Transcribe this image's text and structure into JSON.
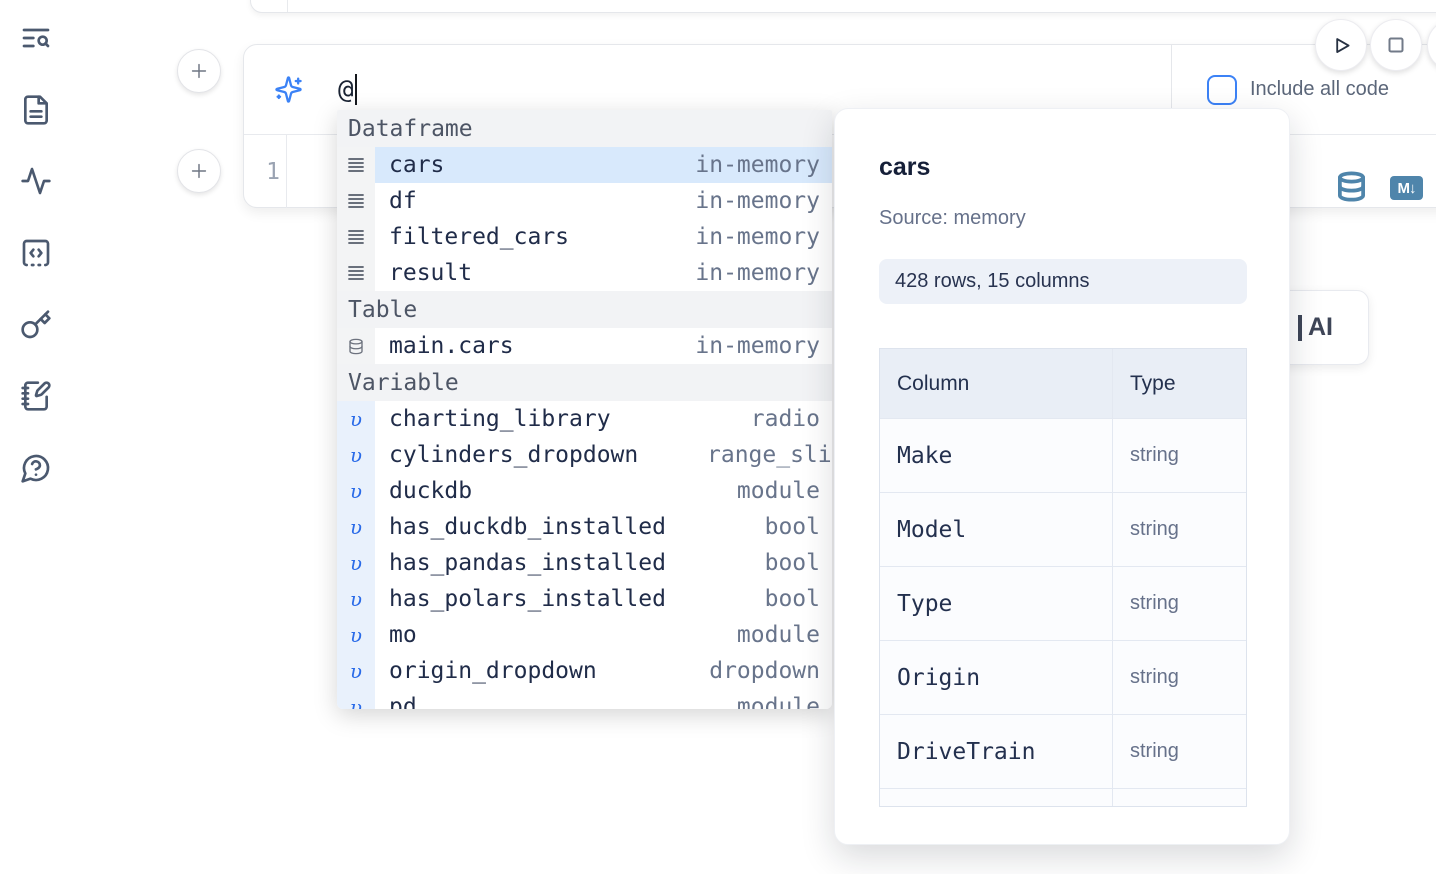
{
  "sidebar": {
    "icons": [
      "text-search-icon",
      "document-icon",
      "activity-icon",
      "code-snippets-icon",
      "key-icon",
      "notebook-pen-icon",
      "help-chat-icon"
    ]
  },
  "run_controls": {
    "icons": [
      "play-icon",
      "stop-icon"
    ]
  },
  "cell": {
    "prompt": {
      "icon": "sparkles-icon",
      "value": "@"
    },
    "include_all_code": {
      "label": "Include all code",
      "checked": false
    },
    "line_number": "1",
    "markdown_badge": "M↓",
    "icons": [
      "database-icon",
      "markdown-export-icon"
    ]
  },
  "autocomplete": {
    "variable_glyph": "υ",
    "sections": [
      {
        "label": "Dataframe",
        "items": [
          {
            "icon": "dataframe-icon",
            "name": "cars",
            "value": "in-memory",
            "selected": true
          },
          {
            "icon": "dataframe-icon",
            "name": "df",
            "value": "in-memory"
          },
          {
            "icon": "dataframe-icon",
            "name": "filtered_cars",
            "value": "in-memory"
          },
          {
            "icon": "dataframe-icon",
            "name": "result",
            "value": "in-memory"
          }
        ]
      },
      {
        "label": "Table",
        "items": [
          {
            "icon": "table-icon",
            "name": "main.cars",
            "value": "in-memory"
          }
        ]
      },
      {
        "label": "Variable",
        "items": [
          {
            "icon": "variable-icon",
            "name": "charting_library",
            "value": "radio"
          },
          {
            "icon": "variable-icon",
            "name": "cylinders_dropdown",
            "value": "range_slider",
            "clipped": true
          },
          {
            "icon": "variable-icon",
            "name": "duckdb",
            "value": "module"
          },
          {
            "icon": "variable-icon",
            "name": "has_duckdb_installed",
            "value": "bool"
          },
          {
            "icon": "variable-icon",
            "name": "has_pandas_installed",
            "value": "bool"
          },
          {
            "icon": "variable-icon",
            "name": "has_polars_installed",
            "value": "bool"
          },
          {
            "icon": "variable-icon",
            "name": "mo",
            "value": "module"
          },
          {
            "icon": "variable-icon",
            "name": "origin_dropdown",
            "value": "dropdown"
          },
          {
            "icon": "variable-icon",
            "name": "pd",
            "value": "module",
            "partial": true
          }
        ]
      }
    ]
  },
  "preview": {
    "title": "cars",
    "source": "Source: memory",
    "shape_badge": "428 rows, 15 columns",
    "table": {
      "headers": [
        "Column",
        "Type"
      ],
      "rows": [
        {
          "column": "Make",
          "type": "string"
        },
        {
          "column": "Model",
          "type": "string"
        },
        {
          "column": "Type",
          "type": "string"
        },
        {
          "column": "Origin",
          "type": "string"
        },
        {
          "column": "DriveTrain",
          "type": "string"
        }
      ]
    }
  },
  "ai_button": {
    "label": "AI"
  },
  "colors": {
    "accent_blue": "#3b82f6",
    "steel_blue": "#4f85ab",
    "selection_bg": "#d8e9fc",
    "section_header_bg": "#f2f3f5",
    "variable_gutter_bg": "#e9f1fc",
    "text_dark": "#202c49",
    "text_muted": "#68748b"
  }
}
